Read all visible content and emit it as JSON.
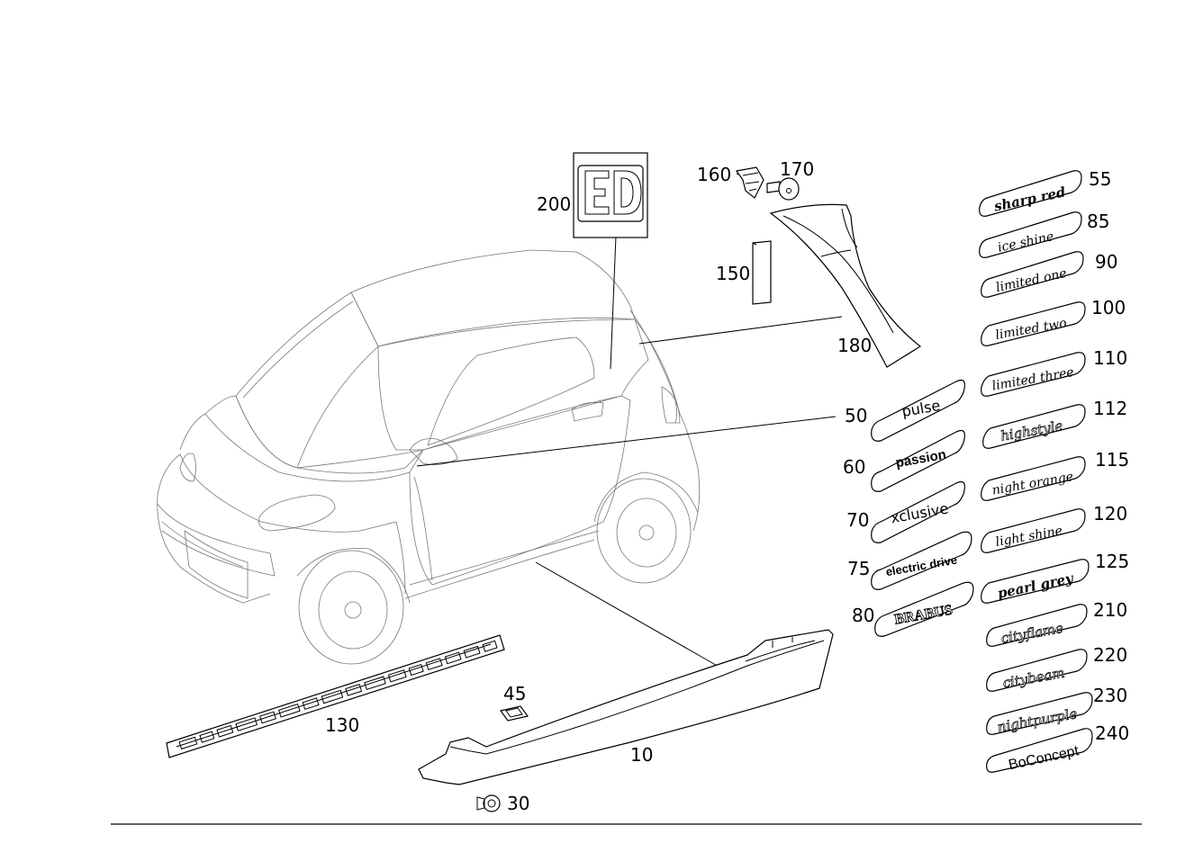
{
  "callouts": {
    "c10": "10",
    "c30": "30",
    "c45": "45",
    "c50": "50",
    "c55": "55",
    "c60": "60",
    "c70": "70",
    "c75": "75",
    "c80": "80",
    "c85": "85",
    "c90": "90",
    "c100": "100",
    "c110": "110",
    "c112": "112",
    "c115": "115",
    "c120": "120",
    "c125": "125",
    "c130": "130",
    "c150": "150",
    "c160": "160",
    "c170": "170",
    "c180": "180",
    "c200": "200",
    "c210": "210",
    "c220": "220",
    "c230": "230",
    "c240": "240"
  },
  "badges": {
    "pulse": "pulse",
    "passion": "passion",
    "xclusive": "xclusive",
    "electric_drive": "electric drive",
    "brabus": "BRABUS",
    "sharp_red": "sharp red",
    "ice_shine": "ice shine",
    "limited_one": "limited one",
    "limited_two": "limited two",
    "limited_three": "limited three",
    "highstyle": "highstyle",
    "night_orange": "night orange",
    "light_shine": "light shine",
    "pearl_grey": "pearl grey",
    "city_flame": "cityflame",
    "city_beam": "citybeam",
    "night_purple": "nightpurple",
    "boconcept": "BoConcept"
  },
  "sticker": {
    "ed_label": "ED"
  }
}
